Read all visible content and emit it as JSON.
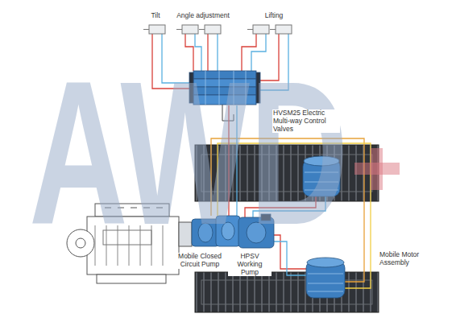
{
  "diagram": {
    "labels": [
      "Tilt",
      "Angle adjustment",
      "Lifting",
      "HVSM25 Electric Multi-way Control Valves",
      "AWD",
      "Mobile Closed Circuit Pump",
      "HPSV Working Pump",
      "Mobile Motor Assembly"
    ]
  }
}
